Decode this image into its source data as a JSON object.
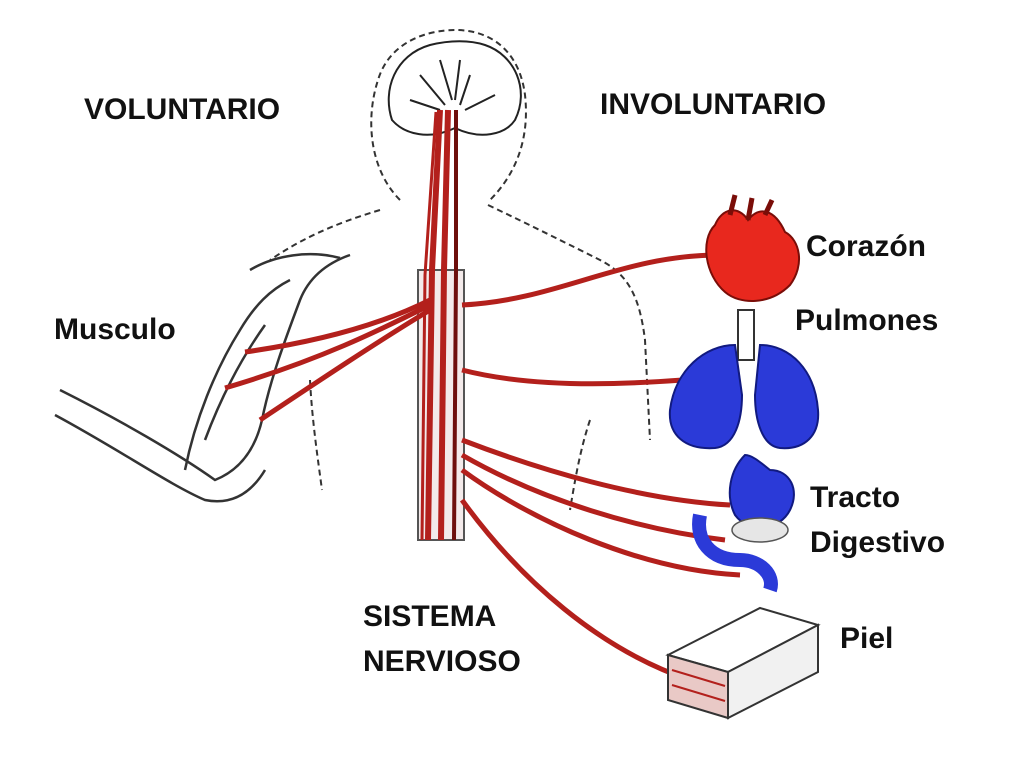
{
  "labels": {
    "voluntario": "VOLUNTARIO",
    "involuntario": "INVOLUNTARIO",
    "corazon": "Corazón",
    "pulmones": "Pulmones",
    "musculo": "Musculo",
    "tracto": "Tracto",
    "digestivo": "Digestivo",
    "piel": "Piel",
    "sistema": "SISTEMA",
    "nervioso": "NERVIOSO"
  },
  "colors": {
    "nerve": "#b3201c",
    "nerve_dark": "#6e0f0c",
    "heart": "#e8281e",
    "organ_blue": "#2b3ad8",
    "outline": "#333333",
    "background": "#ffffff"
  }
}
